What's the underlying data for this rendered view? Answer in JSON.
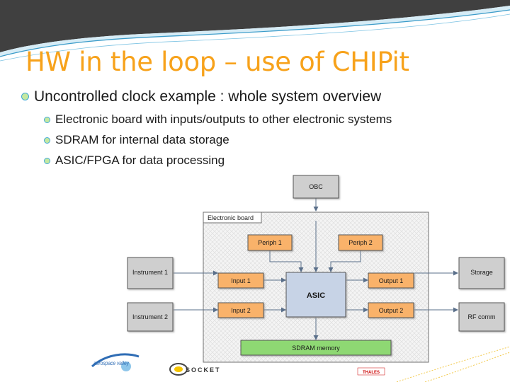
{
  "slide": {
    "title": "HW in the loop – use of CHIPit",
    "bullets": [
      {
        "text": "Uncontrolled clock example : whole system overview",
        "children": [
          "Electronic board with inputs/outputs to other electronic systems",
          "SDRAM for internal data storage",
          "ASIC/FPGA for data processing"
        ]
      }
    ]
  },
  "diagram": {
    "obc": "OBC",
    "board_label": "Electronic board",
    "periph1": "Periph 1",
    "periph2": "Periph 2",
    "instrument1": "Instrument 1",
    "instrument2": "Instrument 2",
    "input1": "Input 1",
    "input2": "Input 2",
    "asic": "ASIC",
    "output1": "Output 1",
    "output2": "Output 2",
    "storage": "Storage",
    "rf_comm": "RF comm",
    "sdram": "SDRAM memory"
  },
  "footer": {
    "logo_left": "aerospace valley",
    "logo_middle": "SOCKET",
    "logo_right": "THALES"
  },
  "colors": {
    "title": "#F7A21B",
    "orange_box": "#F9B26B",
    "gray_box": "#CFCFCF",
    "asic_box": "#C7D3E6",
    "sdram_box": "#8ED873",
    "header_dark": "#3f3f3f",
    "header_blue": "#bfe0f0"
  }
}
